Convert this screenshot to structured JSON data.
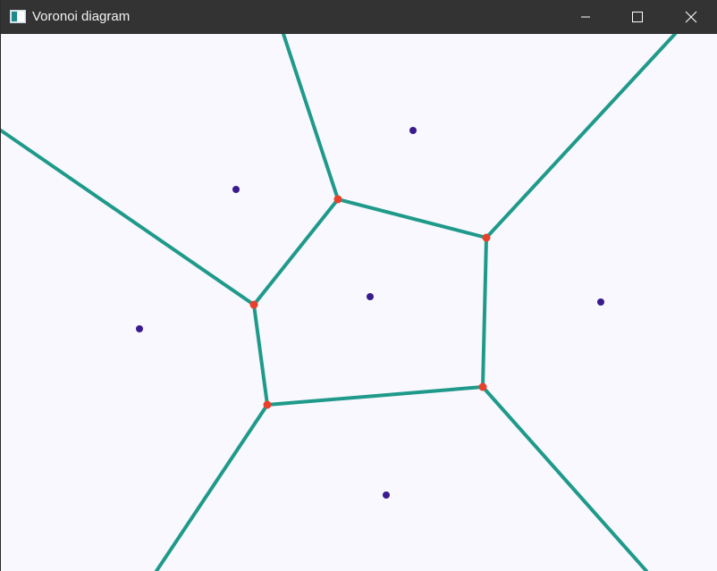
{
  "window": {
    "title": "Voronoi diagram",
    "controls": [
      "minimize",
      "maximize",
      "close"
    ]
  },
  "colors": {
    "titlebar": "#333333",
    "background": "#f8f8fe",
    "edge": "#1f9a8a",
    "vertex": "#e8402a",
    "site": "#3b1a8f"
  },
  "icons": [
    "app-window-icon",
    "minimize-icon",
    "maximize-icon",
    "close-icon"
  ]
}
